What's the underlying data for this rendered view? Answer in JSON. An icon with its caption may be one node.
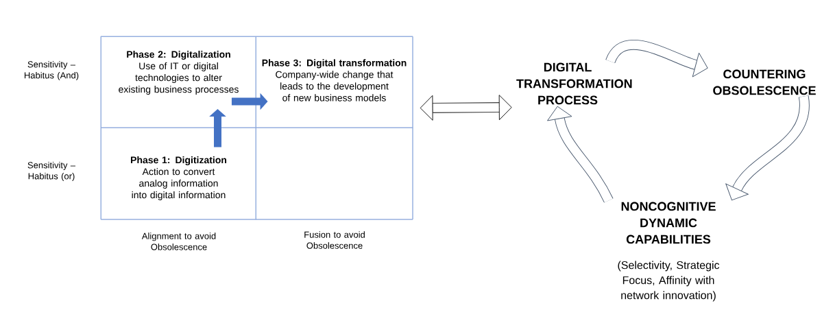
{
  "diagram": {
    "nodes": [
      {
        "text": [],
        "shape": "box"
      },
      {
        "text": [
          "Phase 2: Digitalization",
          "Use of IT or digital technologies to alter existing business processes"
        ],
        "in": 0
      },
      {
        "text": [
          "Phase 3: Digital transformation",
          "Company-wide change that leads to the development of new business models"
        ],
        "in": 0
      },
      {
        "text": [
          "Phase 1: Digitization",
          "Action to convert analog information into digital information"
        ],
        "in": 0
      },
      {
        "text": [],
        "shape": "box",
        "in": 0
      },
      {
        "text": [
          "DIGITAL TRANSFORMATION PROCESS"
        ]
      },
      {
        "text": [
          "COUNTERING OBSOLESCENCE"
        ]
      },
      {
        "text": [
          "NONCOGNITIVE DYNAMIC CAPABILITIES"
        ],
        "beside": [
          "(Selectivity, Strategic Focus, Affinity with network innovation)"
        ]
      }
    ],
    "edges": [
      {
        "from": 3,
        "to": 1,
        "arrow": "to",
        "color": "#4472c4"
      },
      {
        "from": 1,
        "to": 2,
        "arrow": "to",
        "color": "#4472c4"
      },
      {
        "from": 0,
        "to": 5,
        "arrow": "both",
        "color": "#000000"
      },
      {
        "from": 5,
        "to": 6,
        "arrow": "to"
      },
      {
        "from": 6,
        "to": 7,
        "arrow": "to"
      },
      {
        "from": 7,
        "to": 5,
        "arrow": "to"
      }
    ],
    "labels": [
      "Sensitivity – Habitus (And)",
      "Sensitivity – Habitus (or)",
      "Alignment to avoid Obsolescence",
      "Fusion to avoid Obsolescence"
    ]
  }
}
